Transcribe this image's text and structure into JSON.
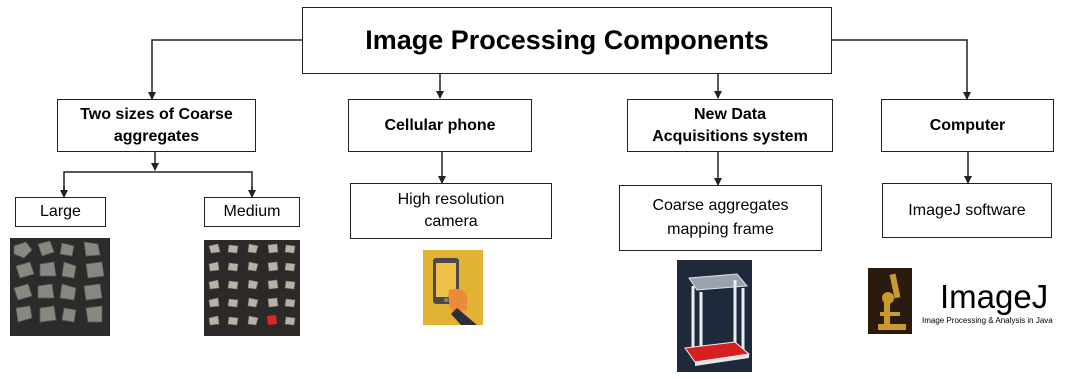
{
  "title": "Image Processing Components",
  "categories": {
    "aggregates": "Two sizes of Coarse aggregates",
    "phone": "Cellular phone",
    "das": "New Data Acquisitions system",
    "computer": "Computer"
  },
  "details": {
    "large": "Large",
    "medium": "Medium",
    "camera": "High resolution camera",
    "frame": "Coarse aggregates mapping frame",
    "imagej_software": "ImageJ software"
  },
  "logo": {
    "name": "ImageJ",
    "tagline": "Image Processing & Analysis in Java"
  },
  "colors": {
    "phone_bg": "#e2b236",
    "frame_plate": "#d62020",
    "frame_bg": "#1e2a3c",
    "logo_bg": "#2b1a0e"
  }
}
